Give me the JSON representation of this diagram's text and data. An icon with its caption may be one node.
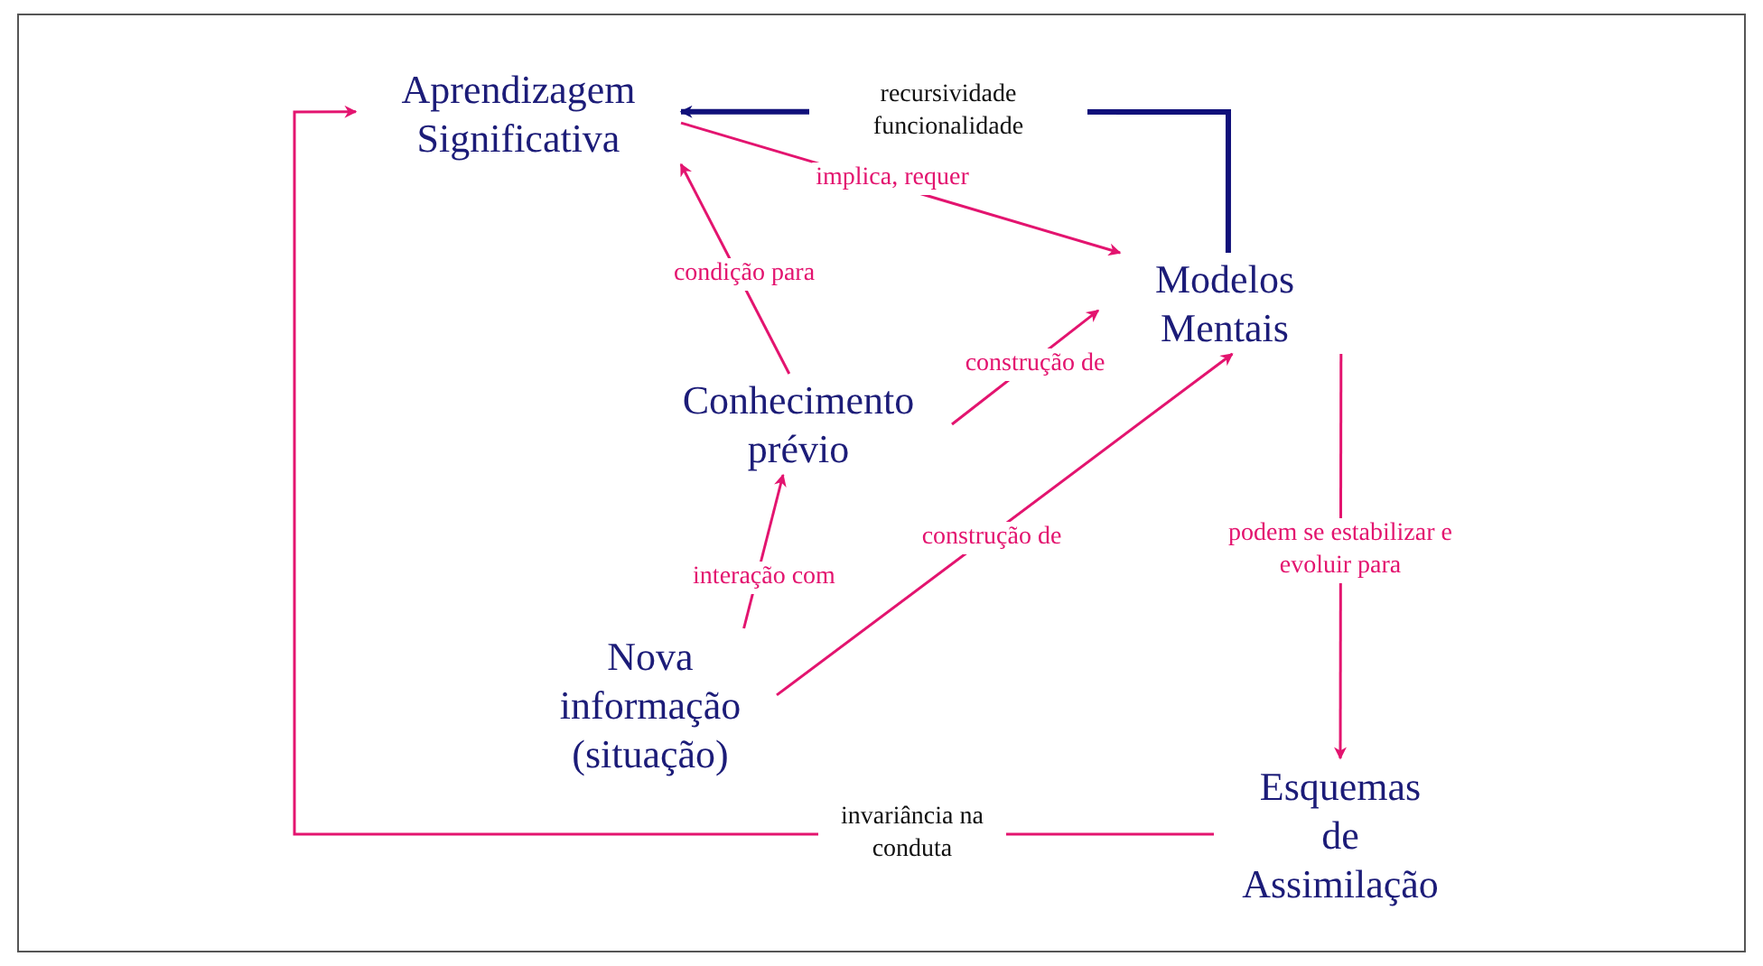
{
  "diagram": {
    "nodes": [
      {
        "text": [
          "Aprendizagem Significativa"
        ]
      },
      {
        "text": [
          "Modelos Mentais"
        ]
      },
      {
        "text": [
          "Conhecimento prévio"
        ]
      },
      {
        "text": [
          "Nova informação (situação)"
        ]
      },
      {
        "text": [
          "Esquemas de Assimilação"
        ]
      }
    ],
    "edges": [
      {
        "from": 1,
        "to": 0,
        "arrow": "to",
        "label": "recursividade funcionalidade",
        "color": "#10107a",
        "style": "thick"
      },
      {
        "from": 0,
        "to": 1,
        "arrow": "to",
        "label": "implica, requer"
      },
      {
        "from": 2,
        "to": 0,
        "arrow": "to",
        "label": "condição para"
      },
      {
        "from": 2,
        "to": 1,
        "arrow": "to",
        "label": "construção de"
      },
      {
        "from": 3,
        "to": 1,
        "arrow": "to",
        "label": "construção de"
      },
      {
        "from": 3,
        "to": 2,
        "arrow": "to",
        "label": "interação com"
      },
      {
        "from": 1,
        "to": 4,
        "arrow": "to",
        "label": "podem se estabilizar e evoluir para"
      },
      {
        "from": 4,
        "to": 0,
        "arrow": "to",
        "label": "invariância na conduta"
      }
    ]
  }
}
